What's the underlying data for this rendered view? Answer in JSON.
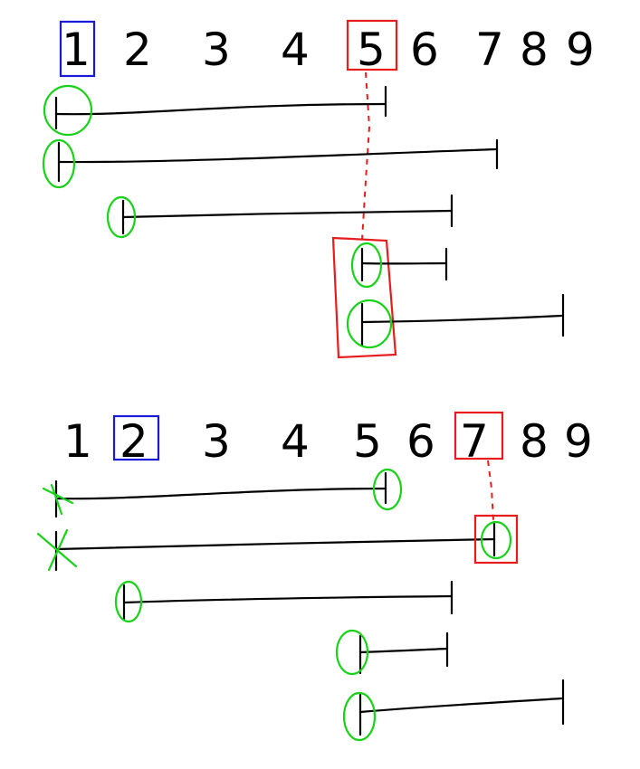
{
  "panels": [
    {
      "numbers": [
        "1",
        "2",
        "3",
        "4",
        "5",
        "6",
        "7",
        "8",
        "9"
      ],
      "blue_boxed": "1",
      "red_boxed": "5",
      "intervals": [
        {
          "start": 1,
          "end": 5,
          "start_mark": "circle",
          "end_mark": "none"
        },
        {
          "start": 1,
          "end": 8,
          "start_mark": "circle",
          "end_mark": "none"
        },
        {
          "start": 2,
          "end": 7,
          "start_mark": "circle",
          "end_mark": "none"
        },
        {
          "start": 5,
          "end": 7,
          "start_mark": "circle",
          "end_mark": "none",
          "red_boxed": true
        },
        {
          "start": 5,
          "end": 9,
          "start_mark": "circle",
          "end_mark": "none",
          "red_boxed": true
        }
      ]
    },
    {
      "numbers": [
        "1",
        "2",
        "3",
        "4",
        "5",
        "6",
        "7",
        "8",
        "9"
      ],
      "blue_boxed": "2",
      "red_boxed": "7",
      "intervals": [
        {
          "start": 1,
          "end": 5,
          "start_mark": "cross",
          "end_mark": "circle"
        },
        {
          "start": 1,
          "end": 8,
          "start_mark": "cross",
          "end_mark": "circle-red-boxed"
        },
        {
          "start": 2,
          "end": 7,
          "start_mark": "circle",
          "end_mark": "none"
        },
        {
          "start": 5,
          "end": 7,
          "start_mark": "circle",
          "end_mark": "none"
        },
        {
          "start": 5,
          "end": 9,
          "start_mark": "circle",
          "end_mark": "none"
        }
      ]
    }
  ],
  "colors": {
    "ink": "#000000",
    "circle": "#19d219",
    "highlight": "#e81c1c",
    "current": "#1a1ad6"
  }
}
